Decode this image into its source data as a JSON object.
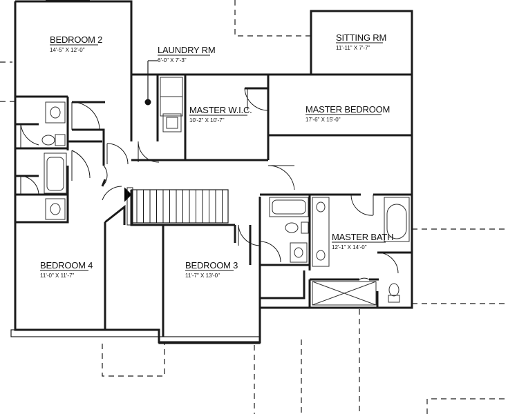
{
  "rooms": [
    {
      "id": "bedroom2",
      "name": "BEDROOM 2",
      "dim": "14'-5\" X 12'-0\""
    },
    {
      "id": "laundry",
      "name": "LAUNDRY RM",
      "dim": "6'-0\" X 7'-3\""
    },
    {
      "id": "sitting",
      "name": "SITTING RM",
      "dim": "11'-11\" X 7'-7\""
    },
    {
      "id": "masterwic",
      "name": "MASTER W.I.C.",
      "dim": "10'-2\" X 10'-7\""
    },
    {
      "id": "masterbed",
      "name": "MASTER BEDROOM",
      "dim": "17'-6\" X 15'-0\""
    },
    {
      "id": "masterbath",
      "name": "MASTER BATH",
      "dim": "12'-1\" X 14'-0\""
    },
    {
      "id": "bedroom4",
      "name": "BEDROOM 4",
      "dim": "11'-0\" X 11'-7\""
    },
    {
      "id": "bedroom3",
      "name": "BEDROOM 3",
      "dim": "11'-7\" X 13'-0\""
    }
  ]
}
